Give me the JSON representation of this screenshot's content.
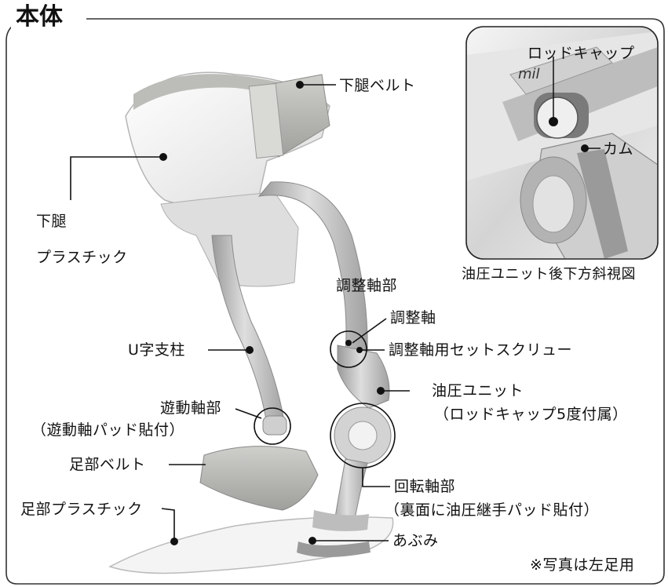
{
  "title": "本体",
  "note": "※写真は左足用",
  "inset": {
    "caption": "油圧ユニット後下方斜視図",
    "labels": {
      "rod_cap": "ロッドキャップ",
      "cam": "カム"
    }
  },
  "labels": {
    "lower_leg_belt": "下腿ベルト",
    "lower_leg_plastic_1": "下腿",
    "lower_leg_plastic_2": "プラスチック",
    "adjust_shaft_part": "調整軸部",
    "adjust_shaft": "調整軸",
    "adjust_set_screw": "調整軸用セットスクリュー",
    "u_strut": "U字支柱",
    "hydraulic_unit": "油圧ユニット",
    "hydraulic_unit_note": "（ロッドキャップ5度付属）",
    "free_shaft_part": "遊動軸部",
    "free_shaft_note": "（遊動軸パッド貼付）",
    "foot_belt": "足部ベルト",
    "rotation_shaft": "回転軸部",
    "rotation_shaft_note": "（裏面に油圧継手パッド貼付）",
    "foot_plastic": "足部プラスチック",
    "stirrup": "あぶみ"
  },
  "colors": {
    "line": "#111111",
    "frame": "#333333",
    "metal": "#c8c8c8",
    "white_part": "#f2f2f2",
    "belt": "#b7b7b4"
  }
}
